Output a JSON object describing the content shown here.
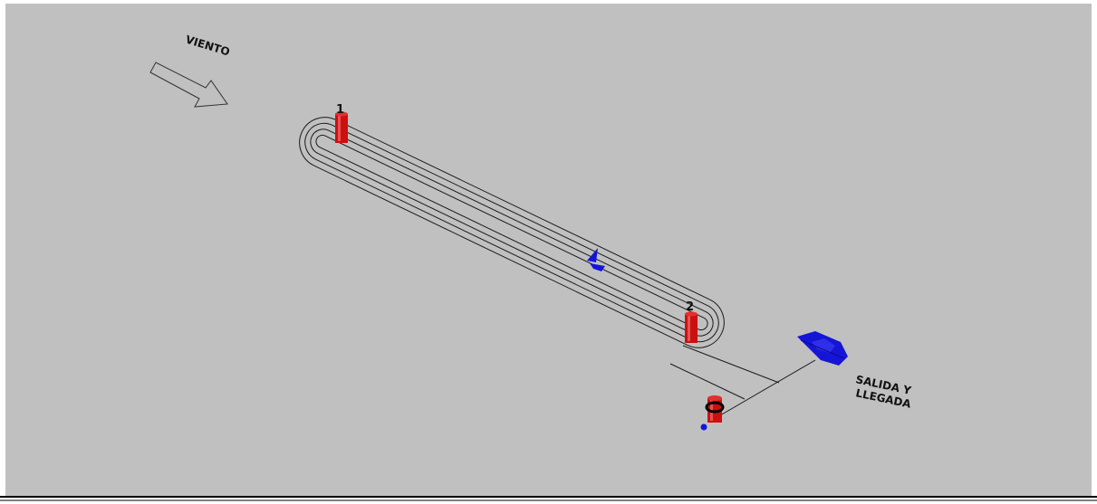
{
  "colors": {
    "background": "#c0c0c0",
    "frame": "#000000",
    "course_line": "#1a1a1a",
    "buoy_red": "#cc1010",
    "boat_blue": "#1515d8",
    "label_text": "#111111"
  },
  "labels": {
    "wind": "VIENTO",
    "buoy_1": "1",
    "buoy_2": "2",
    "start_finish_line1": "SALIDA Y",
    "start_finish_line2": "LLEGADA"
  },
  "icons": {
    "wind_arrow": "outlined-arrow-icon",
    "buoy": "cylinder-buoy-icon",
    "sailboat": "sailboat-icon",
    "committee_boat": "motorboat-icon"
  }
}
